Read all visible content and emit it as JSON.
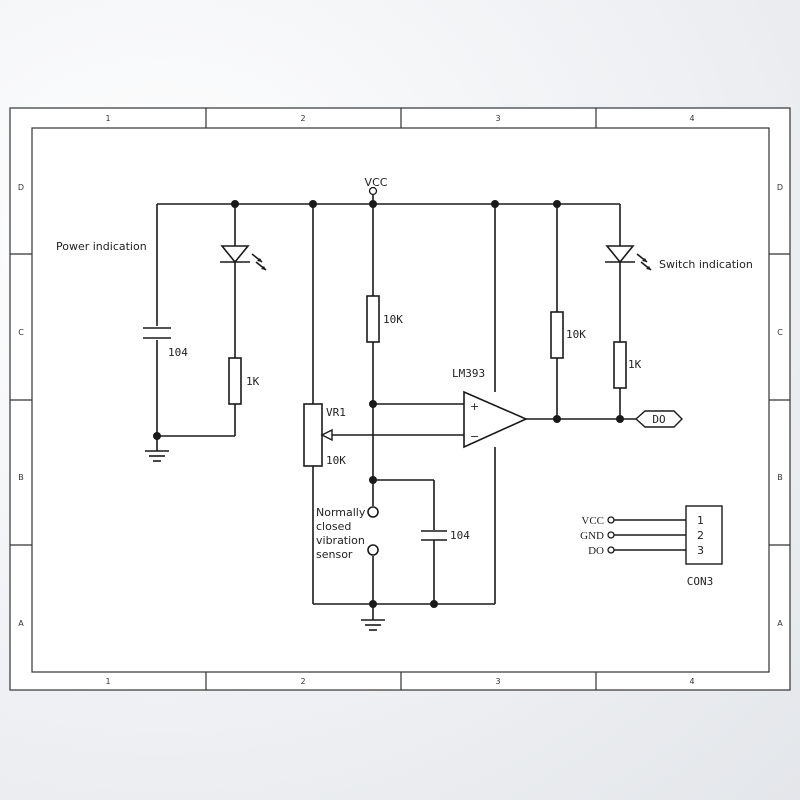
{
  "frame": {
    "columns": [
      "1",
      "2",
      "3",
      "4"
    ],
    "rows": [
      "D",
      "C",
      "B",
      "A"
    ]
  },
  "labels": {
    "power_indication": "Power indication",
    "switch_indication": "Switch indication",
    "vcc": "VCC",
    "cap_left": "104",
    "res_1k_left": "1K",
    "res_10k_mid": "10K",
    "vr1": "VR1",
    "vr1_value": "10K",
    "lm393": "LM393",
    "res_10k_right": "10K",
    "res_1k_right": "1K",
    "do_port": "DO",
    "sensor_line1": "Normally",
    "sensor_line2": "closed",
    "sensor_line3": "vibration",
    "sensor_line4": "sensor",
    "cap_bottom": "104",
    "plus": "+",
    "minus": "−"
  },
  "connector": {
    "name": "CON3",
    "pins": [
      {
        "label": "VCC",
        "number": "1"
      },
      {
        "label": "GND",
        "number": "2"
      },
      {
        "label": "DO",
        "number": "3"
      }
    ]
  }
}
